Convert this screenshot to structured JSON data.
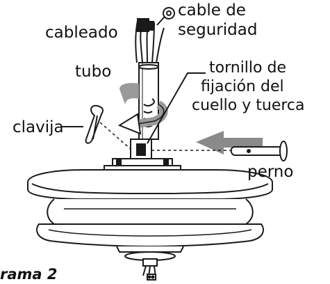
{
  "diagram": {
    "labels": {
      "wiring": "cableado",
      "safety_cable_1": "cable de",
      "safety_cable_2": "seguridad",
      "pipe": "tubo",
      "screw_1": "tornillo de",
      "screw_2": "fijación del",
      "screw_3": "cuello y tuerca",
      "clip": "clavija",
      "pin": "perno"
    },
    "caption": "rama 2"
  },
  "colors": {
    "line": "#1a1a1a",
    "arrow": "#8a8a8a",
    "twist_arrow": "#9a9a9a",
    "background": "#ffffff"
  }
}
